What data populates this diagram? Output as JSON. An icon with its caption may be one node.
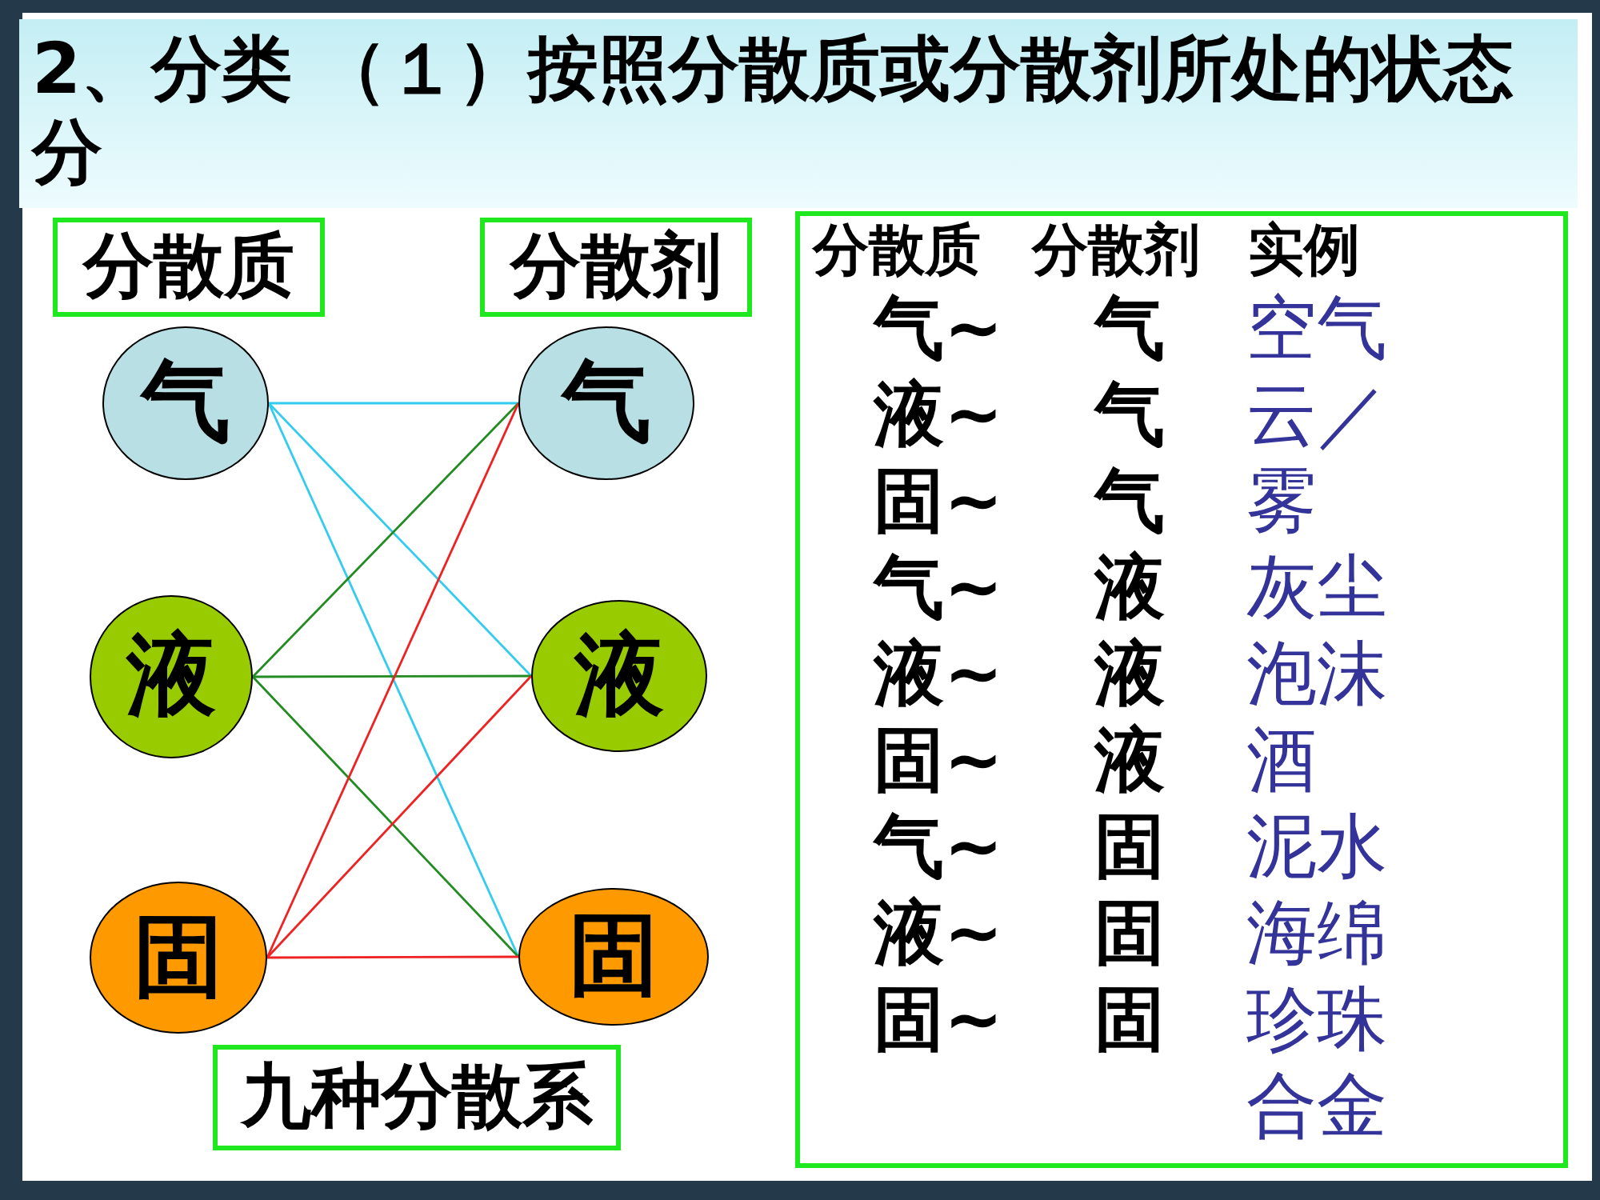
{
  "diagram": {
    "title": "2、分类 （１）按照分散质或分散剂所处的状态分",
    "nodes": [
      {
        "text": [
          "分散质"
        ]
      },
      {
        "text": [
          "分散剂"
        ]
      },
      {
        "text": [
          "分散质",
          "分散剂",
          "实例",
          "气~",
          "气",
          "空气",
          "液~",
          "气",
          "云／雾",
          "固~",
          "气",
          "灰尘",
          "气~",
          "液",
          "泡沫",
          "液~",
          "液",
          "酒",
          "固~",
          "液",
          "泥水",
          "气~",
          "固",
          "海绵",
          "液~",
          "固",
          "珍珠",
          "固~",
          "固",
          "合金"
        ]
      },
      {
        "text": [
          "气"
        ]
      },
      {
        "text": [
          "气"
        ]
      },
      {
        "text": [
          "液"
        ]
      },
      {
        "text": [
          "液"
        ]
      },
      {
        "text": [
          "固"
        ]
      },
      {
        "text": [
          "固"
        ]
      },
      {
        "text": [
          "九种分散系"
        ]
      }
    ],
    "edges": [
      {
        "from": 3,
        "to": 4,
        "arrow": "none",
        "color": "#33ccee"
      },
      {
        "from": 3,
        "to": 6,
        "arrow": "none",
        "color": "#33ccee"
      },
      {
        "from": 3,
        "to": 8,
        "arrow": "none",
        "color": "#33ccee"
      },
      {
        "from": 5,
        "to": 4,
        "arrow": "none",
        "color": "#228b22"
      },
      {
        "from": 5,
        "to": 6,
        "arrow": "none",
        "color": "#228b22"
      },
      {
        "from": 5,
        "to": 8,
        "arrow": "none",
        "color": "#228b22"
      },
      {
        "from": 7,
        "to": 4,
        "arrow": "none",
        "color": "#ee2222"
      },
      {
        "from": 7,
        "to": 6,
        "arrow": "none",
        "color": "#ee2222"
      },
      {
        "from": 7,
        "to": 8,
        "arrow": "none",
        "color": "#ee2222"
      }
    ]
  }
}
